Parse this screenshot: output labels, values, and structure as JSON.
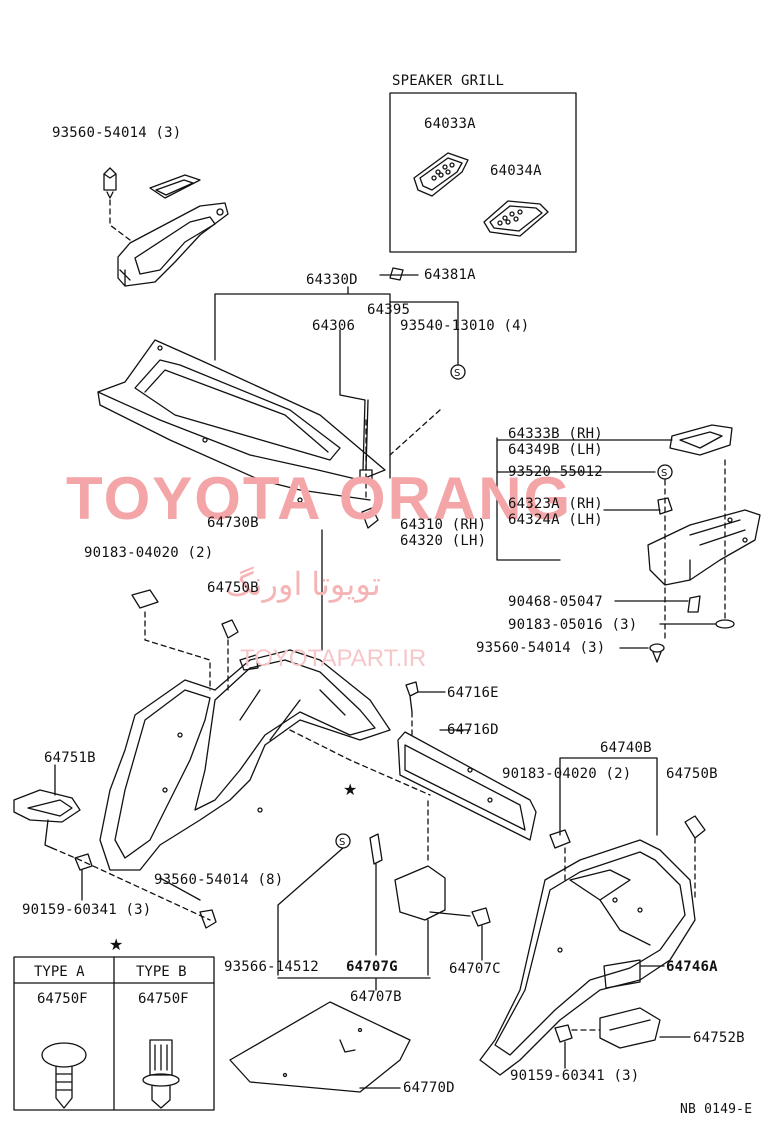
{
  "header_fragment": "   -- - -",
  "speaker_grill": {
    "title": "SPEAKER GRILL",
    "parts": [
      "64033A",
      "64034A"
    ]
  },
  "labels": {
    "p93560_54014_top": "93560-54014 (3)",
    "p64381A": "64381A",
    "p64330D": "64330D",
    "p64395": "64395",
    "p64306": "64306",
    "p93540": "93540-13010 (4)",
    "p64333B": "64333B (RH)",
    "p64349B": "64349B (LH)",
    "p93520": "93520-55012",
    "p64323A": "64323A (RH)",
    "p64324A": "64324A (LH)",
    "p64310": "64310 (RH)",
    "p64320": "64320 (LH)",
    "p64730B": "64730B",
    "p90183_04020_left": "90183-04020 (2)",
    "p64750B_left": "64750B",
    "p90468": "90468-05047",
    "p90183_05016": "90183-05016 (3)",
    "p93560_54014_right": "93560-54014 (3)",
    "p64716E": "64716E",
    "p64716D": "64716D",
    "p64751B": "64751B",
    "p64740B": "64740B",
    "p90183_04020_right": "90183-04020 (2)",
    "p64750B_right": "64750B",
    "p93560_54014_8": "93560-54014 (8)",
    "p90159_left": "90159-60341 (3)",
    "p93566": "93566-14512",
    "p64707G": "64707G",
    "p64707C": "64707C",
    "p64707B": "64707B",
    "p64746A": "64746A",
    "p64752B": "64752B",
    "p90159_right": "90159-60341 (3)",
    "p64770D": "64770D",
    "footer_code": "NB 0149-E"
  },
  "type_table": {
    "star": "★",
    "col_a_header": "TYPE A",
    "col_b_header": "TYPE B",
    "col_a_part": "64750F",
    "col_b_part": "64750F"
  },
  "watermark": {
    "main": "TOYOTA ORANG",
    "persian": "تویوتا اورنگ",
    "url": "TOYOTAPART.IR",
    "color": "#f3a5a7"
  }
}
